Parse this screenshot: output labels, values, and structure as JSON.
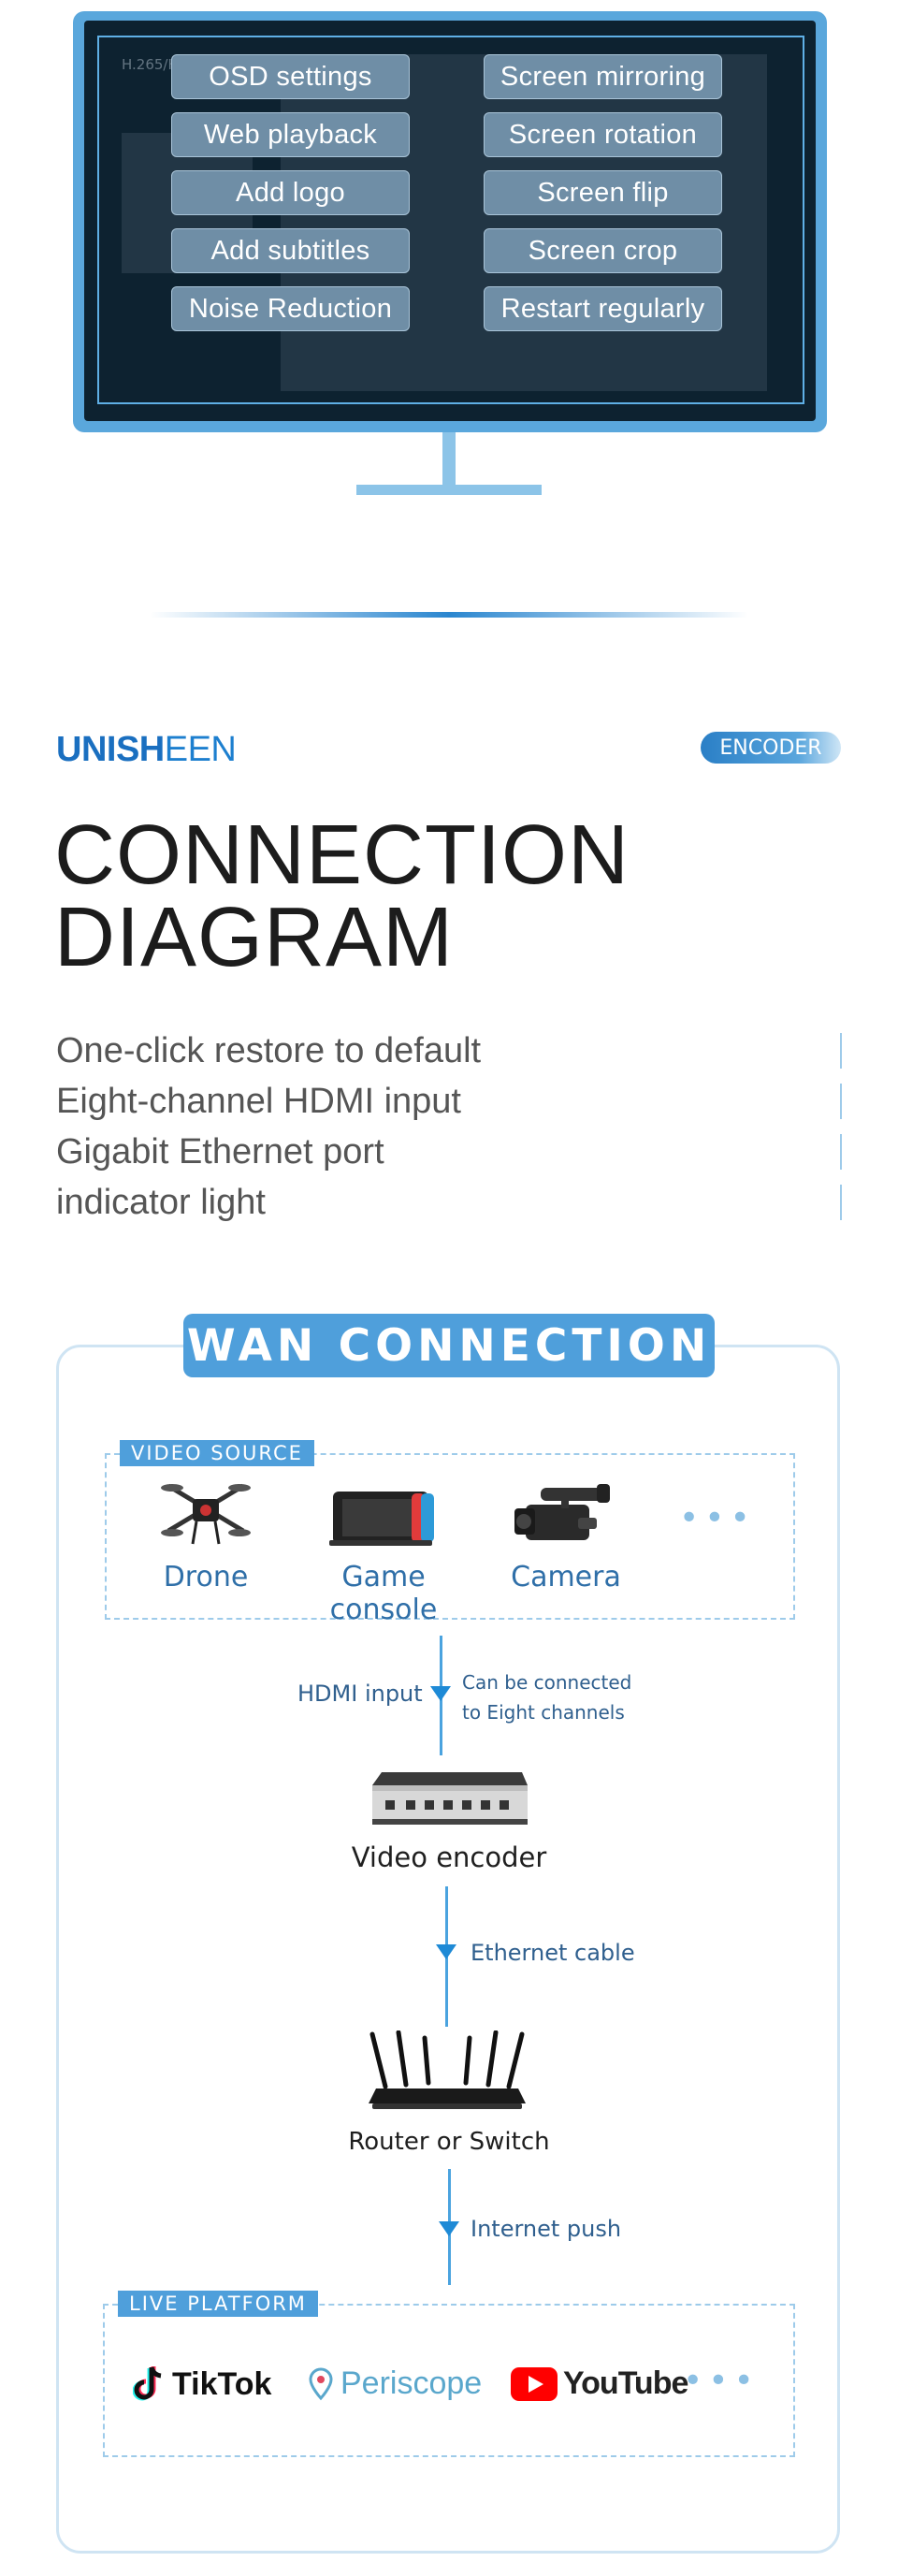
{
  "monitor": {
    "bg_text": "H.265/H.264 Video",
    "features_left": [
      "OSD settings",
      "Web playback",
      "Add logo",
      "Add subtitles",
      "Noise Reduction"
    ],
    "features_right": [
      "Screen mirroring",
      "Screen rotation",
      "Screen flip",
      "Screen crop",
      "Restart regularly"
    ]
  },
  "header": {
    "brand_left": "UNISH",
    "brand_right": "EEN",
    "badge": "ENCODER",
    "title_line1": "CONNECTION",
    "title_line2": "DIAGRAM",
    "features": [
      "One-click restore to default",
      "Eight-channel HDMI input",
      "Gigabit Ethernet port",
      "indicator light"
    ]
  },
  "wan": {
    "title": "WAN CONNECTION",
    "video_source_tag": "VIDEO SOURCE",
    "sources": [
      "Drone",
      "Game console",
      "Camera"
    ],
    "more": "•••",
    "hdmi_label": "HDMI input",
    "hdmi_note_1": "Can be connected",
    "hdmi_note_2": "to Eight channels",
    "encoder_label": "Video encoder",
    "ethernet_label": "Ethernet cable",
    "router_label": "Router or Switch",
    "internet_label": "Internet push",
    "live_tag": "LIVE PLATFORM",
    "platforms": [
      "TikTok",
      "Periscope",
      "YouTube"
    ]
  },
  "colors": {
    "accent": "#4f9fdb",
    "brand": "#1d7fcf",
    "monitor_frame": "#5aa7dc",
    "youtube_red": "#ff0000"
  },
  "icons": [
    "drone-icon",
    "game-console-icon",
    "camera-icon",
    "encoder-device-icon",
    "router-icon",
    "tiktok-logo",
    "periscope-logo",
    "youtube-logo"
  ]
}
